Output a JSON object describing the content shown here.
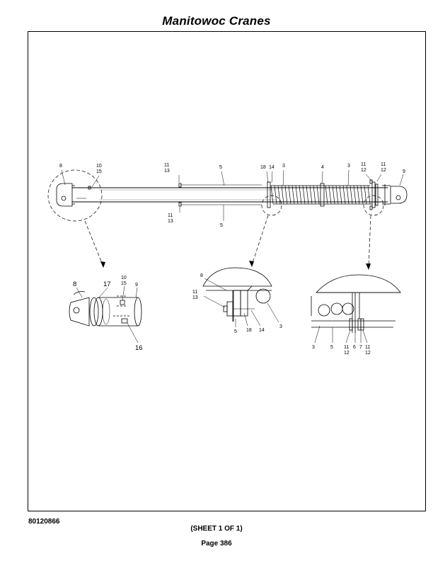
{
  "header": {
    "brand": "Manitowoc Cranes"
  },
  "footer": {
    "part_number": "80120866",
    "sheet": "(SHEET 1 OF 1)",
    "page": "Page 386"
  },
  "callouts": {
    "main": [
      {
        "id": "m8",
        "text": "8"
      },
      {
        "id": "m10",
        "text": "10"
      },
      {
        "id": "m15",
        "text": "15"
      },
      {
        "id": "m11a",
        "text": "11"
      },
      {
        "id": "m13a",
        "text": "13"
      },
      {
        "id": "m5a",
        "text": "5"
      },
      {
        "id": "m18",
        "text": "18"
      },
      {
        "id": "m14",
        "text": "14"
      },
      {
        "id": "m3a",
        "text": "3"
      },
      {
        "id": "m4",
        "text": "4"
      },
      {
        "id": "m3b",
        "text": "3"
      },
      {
        "id": "m11b",
        "text": "11"
      },
      {
        "id": "m12b",
        "text": "12"
      },
      {
        "id": "m11c",
        "text": "11"
      },
      {
        "id": "m12c",
        "text": "12"
      },
      {
        "id": "m9",
        "text": "9"
      },
      {
        "id": "m11d",
        "text": "11"
      },
      {
        "id": "m13d",
        "text": "13"
      },
      {
        "id": "m5b",
        "text": "5"
      }
    ],
    "detail_left": [
      {
        "id": "l8",
        "text": "8"
      },
      {
        "id": "l17",
        "text": "17"
      },
      {
        "id": "l10",
        "text": "10"
      },
      {
        "id": "l15",
        "text": "15"
      },
      {
        "id": "l9",
        "text": "9"
      },
      {
        "id": "l16",
        "text": "16"
      }
    ],
    "detail_middle": [
      {
        "id": "c8",
        "text": "8"
      },
      {
        "id": "c11",
        "text": "11"
      },
      {
        "id": "c13",
        "text": "13"
      },
      {
        "id": "c3",
        "text": "3"
      },
      {
        "id": "c5",
        "text": "5"
      },
      {
        "id": "c18",
        "text": "18"
      },
      {
        "id": "c14",
        "text": "14"
      }
    ],
    "detail_right": [
      {
        "id": "r3",
        "text": "3"
      },
      {
        "id": "r5",
        "text": "5"
      },
      {
        "id": "r11a",
        "text": "11"
      },
      {
        "id": "r12a",
        "text": "12"
      },
      {
        "id": "r6",
        "text": "6"
      },
      {
        "id": "r7",
        "text": "7"
      },
      {
        "id": "r11b",
        "text": "11"
      },
      {
        "id": "r12b",
        "text": "12"
      }
    ]
  }
}
